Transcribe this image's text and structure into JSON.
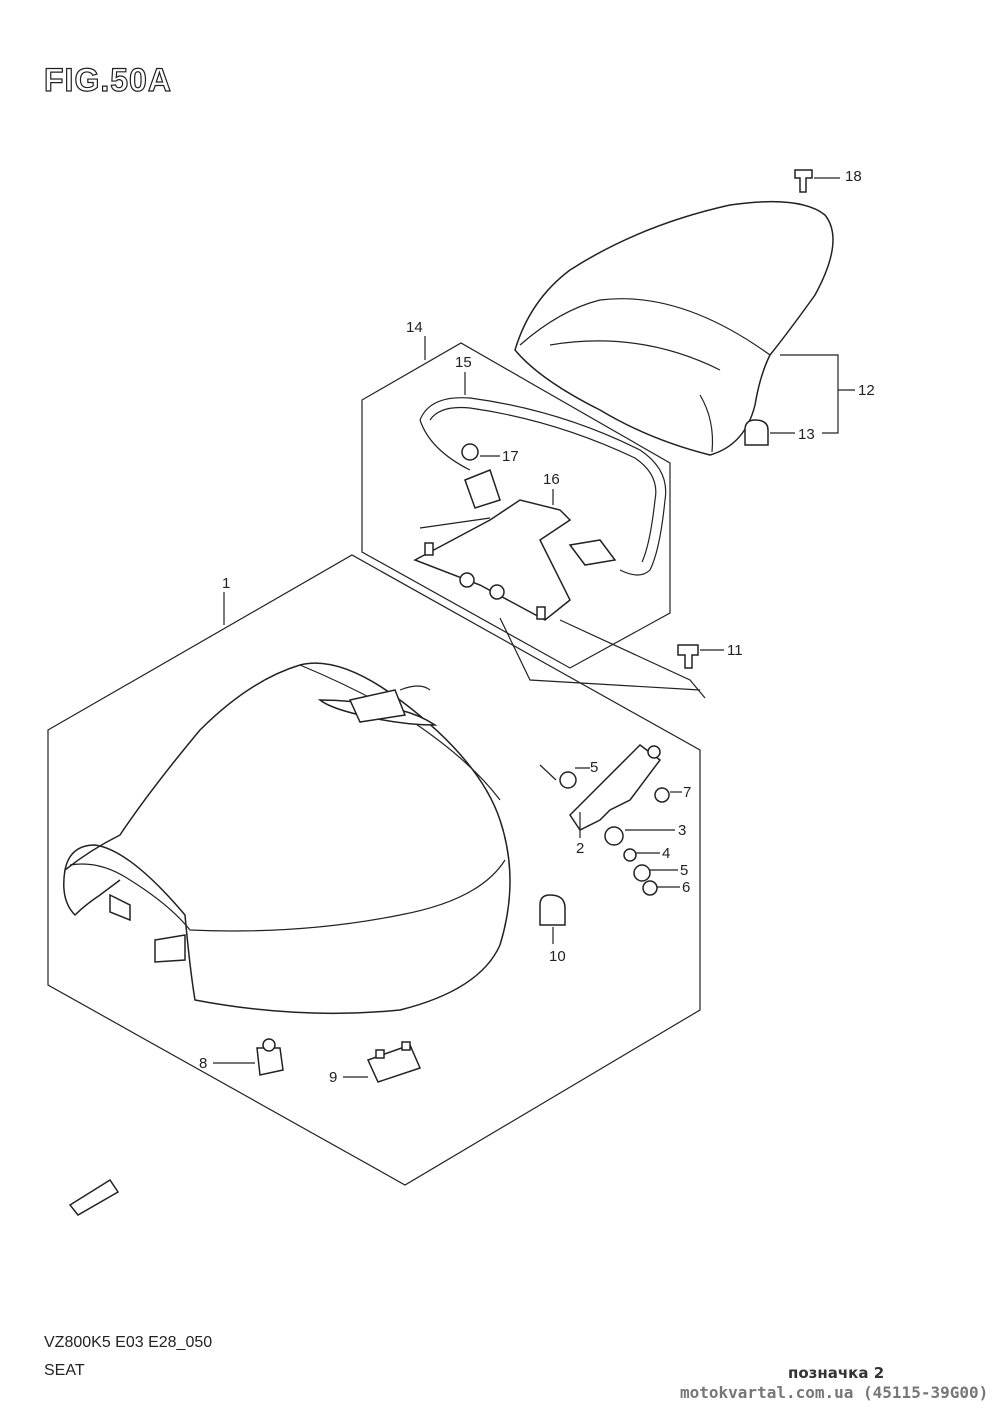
{
  "figure": {
    "title": "FIG.50A"
  },
  "footer": {
    "model_code": "VZ800K5 E03 E28_050",
    "section_name": "SEAT",
    "mark_label": "позначка 2",
    "watermark": "motokvartal.com.ua (45115-39G00)"
  },
  "callouts": {
    "c1": "1",
    "c2": "2",
    "c3": "3",
    "c4": "4",
    "c5a": "5",
    "c5b": "5",
    "c6": "6",
    "c7": "7",
    "c8": "8",
    "c9": "9",
    "c10": "10",
    "c11": "11",
    "c12": "12",
    "c13": "13",
    "c14": "14",
    "c15": "15",
    "c16": "16",
    "c17": "17",
    "c18": "18"
  }
}
